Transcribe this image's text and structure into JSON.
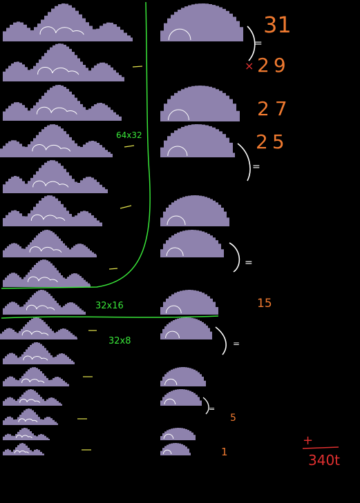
{
  "palette": {
    "background": "#000000",
    "sprite_fill": "#8e82ad",
    "sprite_line": "#ffffff",
    "green_annotation": "#39e639",
    "orange_annotation": "#f07a30",
    "red_annotation": "#e03030",
    "yellow_dash": "#e6e64d",
    "white_annotation": "#ffffff"
  },
  "annotations": {
    "green": {
      "region_a": "64x32",
      "region_b": "32x16",
      "region_c": "32x8"
    },
    "orange": {
      "n31": "31",
      "n29": "29",
      "n27": "27",
      "n25": "25",
      "n15": "15",
      "n5": "5",
      "n1": "1"
    },
    "red": {
      "times": "×",
      "plus": "+",
      "total": "340t"
    },
    "white": {
      "eq": "="
    }
  }
}
